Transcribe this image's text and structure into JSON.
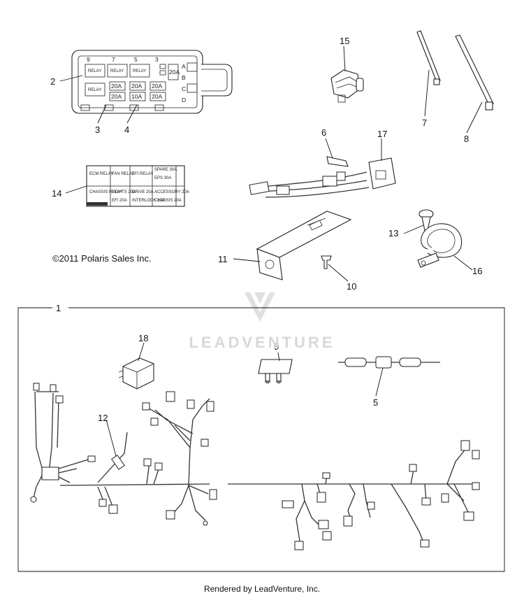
{
  "copyright": "©2011 Polaris Sales Inc.",
  "footer": "Rendered by LeadVenture, Inc.",
  "watermark": "LEADVENTURE",
  "callouts": {
    "c1": "1",
    "c2": "2",
    "c3": "3",
    "c4": "4",
    "c5": "5",
    "c6": "6",
    "c7": "7",
    "c8": "8",
    "c9": "9",
    "c10": "10",
    "c11": "11",
    "c12": "12",
    "c13": "13",
    "c14": "14",
    "c15": "15",
    "c16": "16",
    "c17": "17",
    "c18": "18"
  },
  "fuse_box": {
    "top_numbers": [
      "9",
      "7",
      "5",
      "3"
    ],
    "side_letters": [
      "A",
      "B",
      "C",
      "D"
    ],
    "relay_label": "RELAY",
    "fuse_row1": [
      "20A",
      "20A",
      "20A"
    ],
    "fuse_row2": [
      "20A",
      "10A",
      "20A"
    ],
    "side_fuse": "20A"
  },
  "decal": {
    "cells": [
      "ECM RELAY",
      "FAN RELAY",
      "EFI RELAY",
      "SPARE 30A",
      "EPS 30A",
      "CHASSIS RELAY",
      "LIGHTS 20A",
      "DRIVE 20A",
      "ACCESSORY 20A",
      "EFI 20A",
      "INTERLOCK 10A",
      "CHASSIS 20A"
    ]
  }
}
